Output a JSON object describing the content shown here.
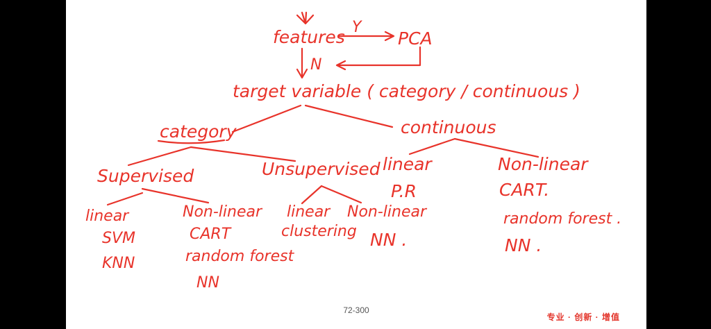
{
  "nodes": {
    "features": "features",
    "yes": "Y",
    "pca": "PCA",
    "no": "N",
    "target": "target variable ( category / continuous )",
    "category": "category",
    "continuous": "continuous",
    "supervised": "Supervised",
    "unsupervised": "Unsupervised",
    "sup_linear": "linear",
    "sup_linear_items": [
      "SVM",
      "KNN"
    ],
    "sup_nonlinear": "Non-linear",
    "sup_nonlinear_items": [
      "CART",
      "random forest",
      "NN"
    ],
    "unsup_linear": "linear",
    "unsup_linear_items": [
      "clustering"
    ],
    "unsup_nonlinear": "Non-linear",
    "unsup_nonlinear_items": [
      "NN ."
    ],
    "cont_linear": "linear",
    "cont_linear_items": [
      "P.R"
    ],
    "cont_nonlinear": "Non-linear",
    "cont_nonlinear_items": [
      "CART.",
      "random forest .",
      "NN ."
    ]
  },
  "footer": {
    "page": "72-300",
    "brand": "专业 · 创新 · 增值"
  },
  "colors": {
    "ink": "#e8332a",
    "brand": "#e3342a",
    "frame": "#000000",
    "slide": "#ffffff"
  }
}
